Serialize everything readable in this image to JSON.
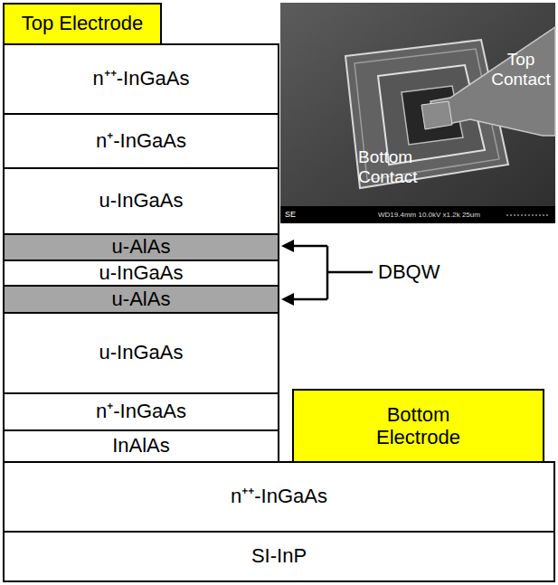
{
  "diagram": {
    "nodes": [
      {
        "text": [
          "Top Electrode"
        ]
      },
      {
        "text": [
          "n⁺⁺-InGaAs"
        ]
      },
      {
        "text": [
          "n⁺-InGaAs"
        ]
      },
      {
        "text": [
          "u-InGaAs"
        ]
      },
      {
        "text": [
          "u-AlAs"
        ]
      },
      {
        "text": [
          "u-InGaAs"
        ]
      },
      {
        "text": [
          "u-AlAs"
        ]
      },
      {
        "text": [
          "u-InGaAs"
        ]
      },
      {
        "text": [
          "n⁺-InGaAs"
        ]
      },
      {
        "text": [
          "InAlAs"
        ]
      },
      {
        "text": [
          "Bottom Electrode"
        ]
      },
      {
        "text": [
          "n⁺⁺-InGaAs"
        ]
      },
      {
        "text": [
          "SI-InP"
        ]
      }
    ],
    "labels": [
      "DBQW",
      "Top Contact",
      "Bottom Contact",
      "SE",
      "WD19.4mm 10.0kV x1.2k 25um"
    ]
  }
}
